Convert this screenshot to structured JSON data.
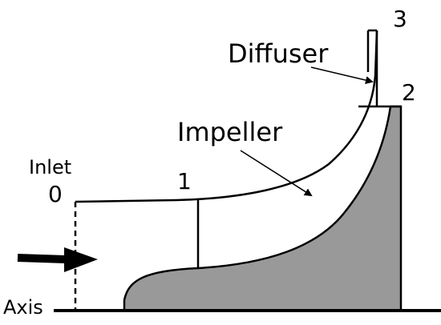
{
  "labels": {
    "diffuser": "Diffuser",
    "impeller": "Impeller",
    "inlet": "Inlet",
    "axis": "Axis",
    "station_0": "0",
    "station_1": "1",
    "station_2": "2",
    "station_3": "3"
  },
  "colors": {
    "hub_fill": "#999999",
    "stroke": "#000000",
    "background": "#ffffff"
  }
}
